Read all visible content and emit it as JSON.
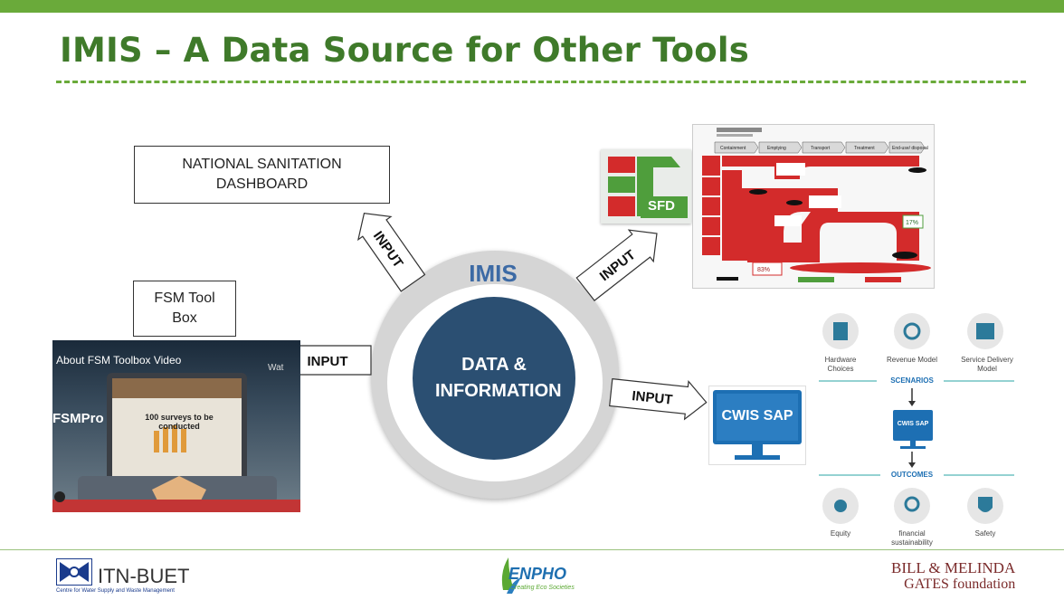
{
  "slide": {
    "title": "IMIS – A Data Source for Other Tools",
    "accent_color": "#6aaa3a",
    "title_color": "#3f7a2a"
  },
  "center": {
    "outer_label": "IMIS",
    "inner_label": "DATA & INFORMATION"
  },
  "boxes": {
    "national_dashboard": "NATIONAL SANITATION DASHBOARD",
    "fsm_toolbox": "FSM Tool Box"
  },
  "arrows": {
    "to_dashboard": "INPUT",
    "to_sfd": "INPUT",
    "to_toolbox": "INPUT",
    "to_cwis": "INPUT"
  },
  "sfd": {
    "logo_text": "SFD",
    "stages": [
      "Containment",
      "Emptying",
      "Transport",
      "Treatment",
      "End-use/ disposal"
    ],
    "percent_bottom": "83%",
    "percent_right": "17%"
  },
  "video": {
    "title": "About FSM Toolbox Video",
    "brand": "FSMPro",
    "screen_text": "100 surveys to be conducted",
    "watch_later": "Wat"
  },
  "cwis": {
    "monitor_text": "CWIS SAP",
    "top_items": [
      "Hardware Choices",
      "Revenue Model",
      "Service Delivery Model"
    ],
    "scenarios_label": "SCENARIOS",
    "outcomes_label": "OUTCOMES",
    "bottom_items": [
      "Equity",
      "financial sustainability",
      "Safety"
    ]
  },
  "footer": {
    "itn_name": "ITN-BUET",
    "itn_sub": "Centre for Water Supply and Waste Management",
    "enpho_name": "ENPHO",
    "enpho_tag": "Creating Eco Societies",
    "gates_line1": "BILL & MELINDA",
    "gates_line2": "GATES foundation"
  }
}
